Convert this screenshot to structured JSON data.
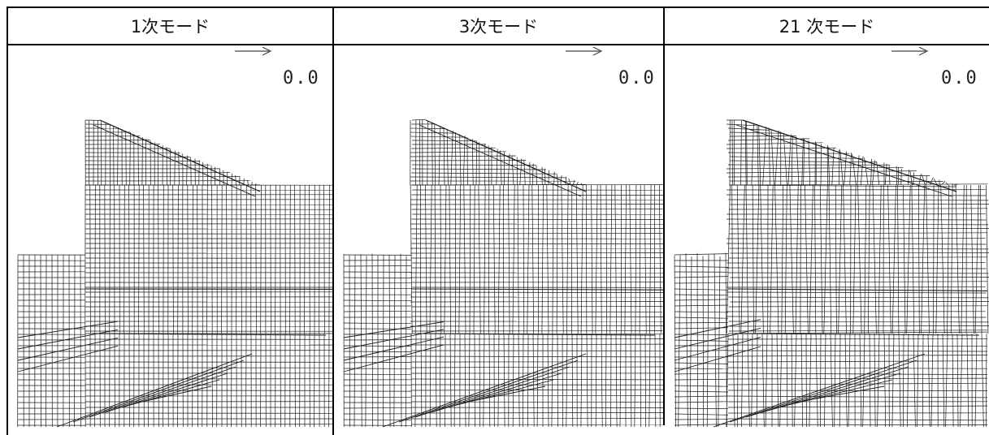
{
  "panels": [
    {
      "title": "1次モード",
      "scale_label": "0.0"
    },
    {
      "title": "3次モード",
      "scale_label": "0.0"
    },
    {
      "title": "21 次モード",
      "scale_label": "0.0"
    }
  ],
  "colors": {
    "mesh": "#1a1a1a",
    "border": "#000000"
  }
}
